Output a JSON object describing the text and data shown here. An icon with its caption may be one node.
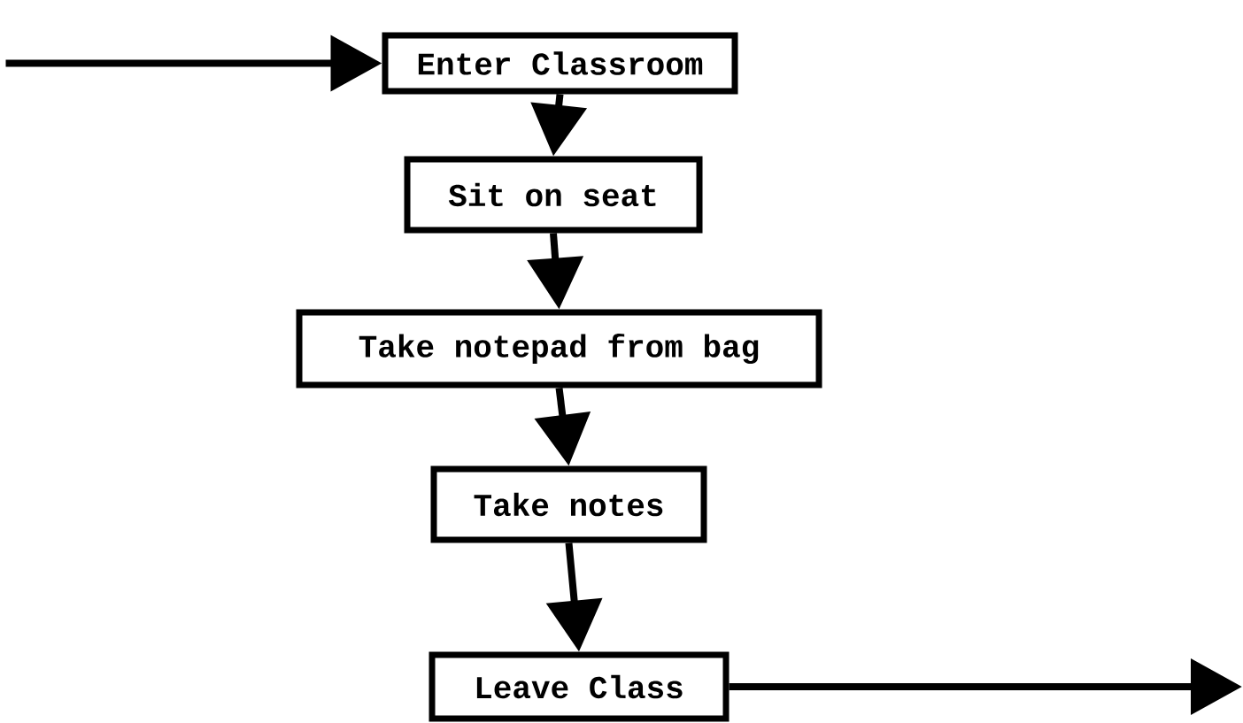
{
  "diagram": {
    "nodes": [
      {
        "text": [
          "Enter Classroom"
        ]
      },
      {
        "text": [
          "Sit on seat"
        ]
      },
      {
        "text": [
          "Take notepad from bag"
        ]
      },
      {
        "text": [
          "Take notes"
        ]
      },
      {
        "text": [
          "Leave Class"
        ]
      }
    ],
    "edges": [
      {
        "from": null,
        "to": 0,
        "arrow": "to"
      },
      {
        "from": 0,
        "to": 1,
        "arrow": "to"
      },
      {
        "from": 1,
        "to": 2,
        "arrow": "to"
      },
      {
        "from": 2,
        "to": 3,
        "arrow": "to"
      },
      {
        "from": 3,
        "to": 4,
        "arrow": "to"
      },
      {
        "from": 4,
        "to": null,
        "arrow": "to"
      }
    ]
  }
}
